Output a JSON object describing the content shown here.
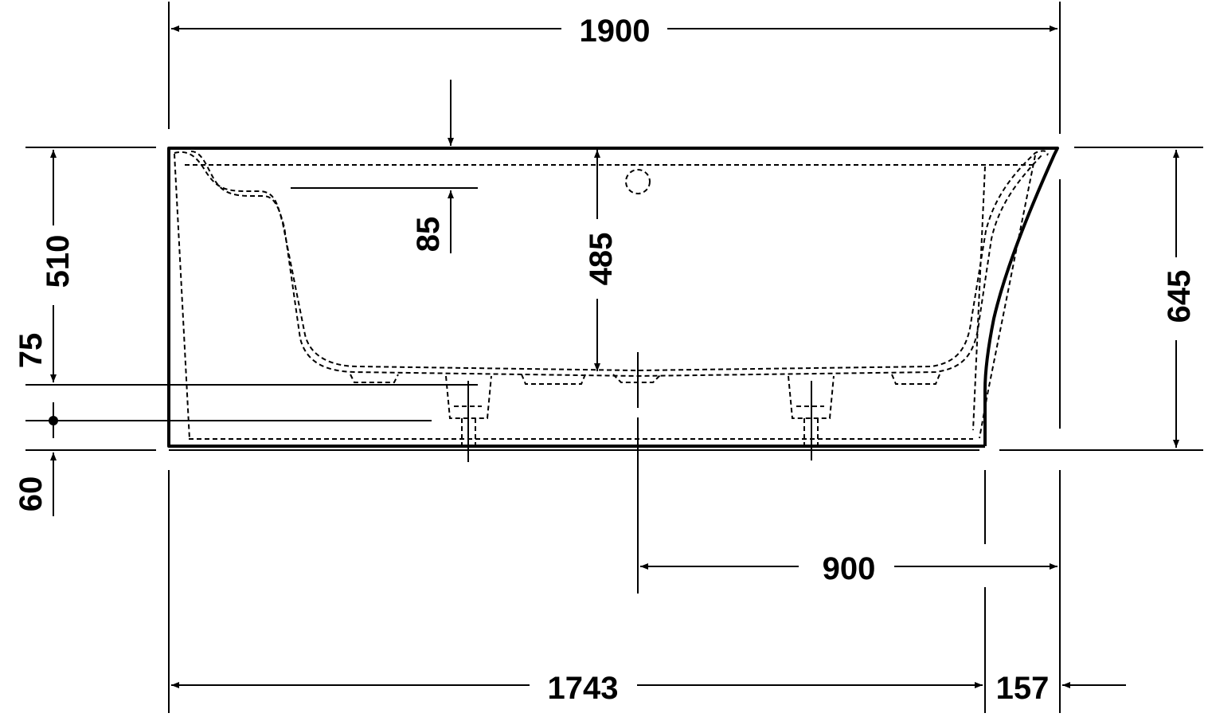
{
  "drawing": {
    "subject": "Bathtub side elevation dimension drawing",
    "units": "mm",
    "stroke_color": "#000000",
    "background": "#ffffff"
  },
  "dimensions": {
    "overall_length": "1900",
    "inner_rim_to_edge": "85",
    "inner_depth": "485",
    "height_left": "510",
    "drain_height": "75",
    "foot_height": "60",
    "height_right": "645",
    "drain_to_right": "900",
    "base_length": "1743",
    "slope_offset": "157"
  }
}
